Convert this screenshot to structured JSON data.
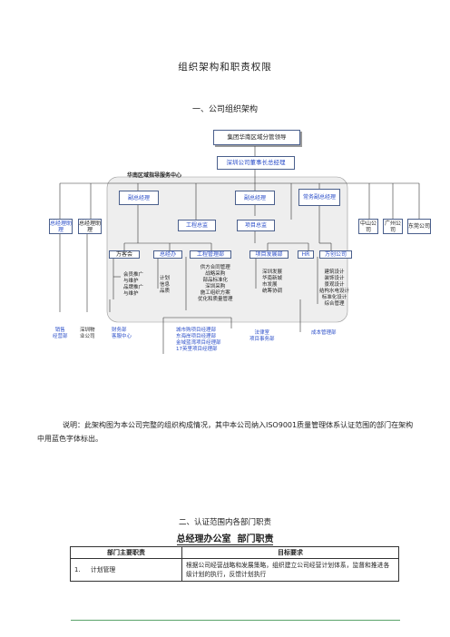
{
  "doc": {
    "title": "组织架构和职责权限",
    "section1": "一、公司组织架构",
    "note": "说明：此架构图为本公司完整的组织构成情况，其中本公司纳入ISO9001质量管理体系认证范围的部门在架构中用蓝色字体标出。",
    "section2": "二、认证范围内各部门职责",
    "subtitle": "总经理办公室  部门职责"
  },
  "org": {
    "top": "集团华南区域分管领导",
    "chairman": "深圳公司董事长总经理",
    "region_center": "华南区域指导服务中心",
    "vp1": "副总经理",
    "vp2": "副总经理",
    "evp": "常务副总经理",
    "gm_assistant1": "总经理助理",
    "gm_assistant2": "总经理助理",
    "eng_director": "工程总监",
    "proj_director": "项目总监",
    "zhongshan": "中山公司",
    "guangzhou": "广州公司",
    "dongguan": "东莞公司",
    "wankehui": "万客会",
    "gm_office": "总经办",
    "eng_mgmt": "工程管理部",
    "proj_dev": "项目发展部",
    "hr": "HR",
    "planning": "万创公司",
    "member_list": "会员推广\n与维护\n品牌推广\n与维护",
    "gm_office_list": "计划\n信息\n品质",
    "eng_list": "供方合同管理\n战略采购\n部品标准化\n深圳采购\n施工组织方案\n优化和质量管理",
    "dev_list": "深圳发展\n华南新城\n市发展\n统筹协调",
    "plan_list": "建筑设计\n装饰设计\n景观设计\n结构水电设计\n标准化设计\n综合管理",
    "sales": "销售\n经营部",
    "property": "深圳物\n业公司",
    "finance": "财务部\n客服中心",
    "proj_depts": "城市购项目经理部\n东海岸项目经理部\n金域蓝湾项目经理部\n17英里项目经理部",
    "legal": "法律室\n项目事务部",
    "cost": "成本管理部"
  },
  "table": {
    "headers": [
      "部门主要职责",
      "目标要求"
    ],
    "rows": [
      {
        "no": "1.",
        "duty": "计划管理",
        "goal": "根据公司经营战略和发展策略，组织建立公司经营计划体系，监督和推进各级计划的执行，反馈计划执行"
      }
    ]
  },
  "colors": {
    "blue_text": "#2b4ec9",
    "box_border": "#4a5f8c",
    "shadow": "#9a9a9a",
    "footer_line": "#5aa36a"
  }
}
